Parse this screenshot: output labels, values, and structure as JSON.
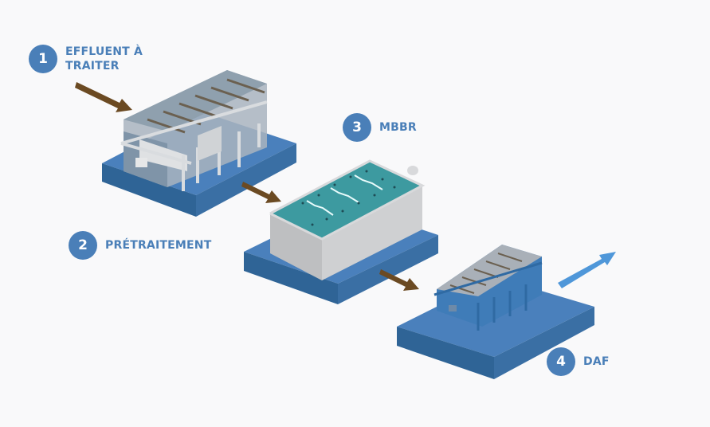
{
  "colors": {
    "background": "#f9f9fa",
    "accent": "#4a7fb8",
    "platform_top": "#4a80bc",
    "platform_left": "#2f6496",
    "platform_right": "#3a6fa4",
    "flow_arrow_in": "#6b4a22",
    "flow_arrow_out": "#4f97d9",
    "water": "#3d9aa0",
    "tank_wall": "#c8c9cb"
  },
  "steps": [
    {
      "number": "1",
      "label": "EFFLUENT À\nTRAITER"
    },
    {
      "number": "2",
      "label": "PRÉTRAITEMENT"
    },
    {
      "number": "3",
      "label": "MBBR"
    },
    {
      "number": "4",
      "label": "DAF"
    }
  ],
  "icons": {
    "arrow_in": "flow-arrow-brown",
    "arrow_out": "flow-arrow-blue-outlet"
  }
}
